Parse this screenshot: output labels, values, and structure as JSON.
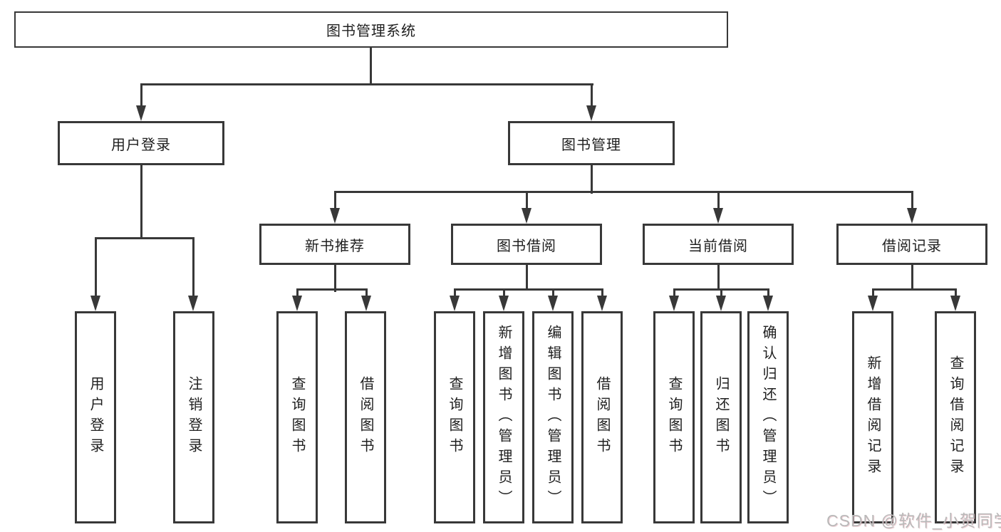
{
  "diagram": {
    "root": {
      "label": "图书管理系统"
    },
    "level2": [
      {
        "label": "用户登录"
      },
      {
        "label": "图书管理"
      }
    ],
    "level3": [
      {
        "label": "新书推荐"
      },
      {
        "label": "图书借阅"
      },
      {
        "label": "当前借阅"
      },
      {
        "label": "借阅记录"
      }
    ],
    "leaves": [
      {
        "label": "用户登录"
      },
      {
        "label": "注销登录"
      },
      {
        "label": "查询图书"
      },
      {
        "label": "借阅图书"
      },
      {
        "label": "查询图书"
      },
      {
        "label": "新增图书（管理员）"
      },
      {
        "label": "编辑图书（管理员）"
      },
      {
        "label": "借阅图书"
      },
      {
        "label": "查询图书"
      },
      {
        "label": "归还图书"
      },
      {
        "label": "确认归还（管理员）"
      },
      {
        "label": "新增借阅记录"
      },
      {
        "label": "查询借阅记录"
      }
    ]
  },
  "watermark": {
    "text": "CSDN @软件_小贺同学"
  },
  "colors": {
    "line": "#383838",
    "box_border": "#383838",
    "box_fill": "#ffffff",
    "text": "#1f1f1f",
    "watermark": "#b9b9b9",
    "background": "#ffffff"
  }
}
